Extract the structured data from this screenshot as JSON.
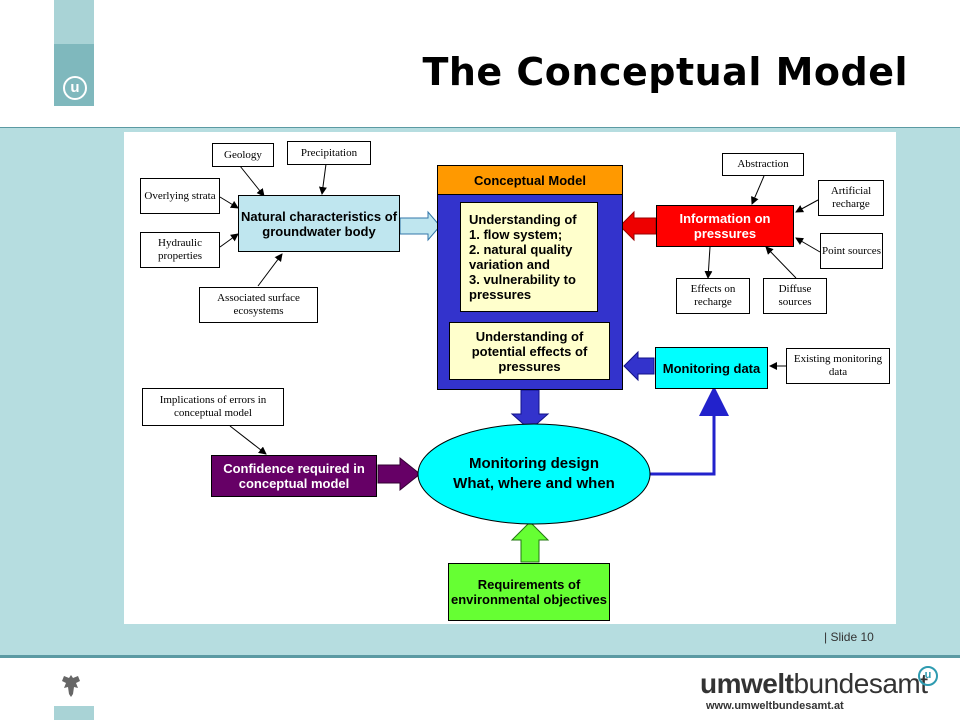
{
  "slide": {
    "title": "The Conceptual Model",
    "slide_number": "| Slide  10",
    "brand": {
      "left": "umwelt",
      "right": "bundesamt",
      "url": "www.umweltbundesamt.at",
      "logo_letter": "u"
    },
    "logo_letter": "u"
  },
  "diagram": {
    "geology": "Geology",
    "precipitation": "Precipitation",
    "overlying": "Overlying strata",
    "hydraulic": "Hydraulic properties",
    "surface": "Associated surface ecosystems",
    "natural": "Natural characteristics of groundwater body",
    "cm_header": "Conceptual Model",
    "cm_understanding": "Understanding of\n1. flow system;\n2. natural quality\n    variation and\n3. vulnerability to\n    pressures",
    "cm_effects": "Understanding of potential effects of pressures",
    "abstraction": "Abstraction",
    "artificial": "Artificial recharge",
    "point": "Point sources",
    "diffuse": "Diffuse sources",
    "effects_recharge": "Effects on recharge",
    "info_pressures": "Information on pressures",
    "monitoring_data": "Monitoring data",
    "existing": "Existing monitoring data",
    "implications": "Implications of errors in conceptual model",
    "confidence": "Confidence required in conceptual model",
    "design": "Monitoring design\nWhat, where and when",
    "requirements": "Requirements of environmental objectives"
  },
  "colors": {
    "band": "#b6dde0",
    "cm_blue": "#3333cc",
    "cm_header": "#ff9900",
    "cream": "#ffffcc",
    "red": "#ff0000",
    "cyan": "#00ffff",
    "purple": "#660066",
    "green": "#66ff33",
    "ice": "#bfe6ef"
  }
}
